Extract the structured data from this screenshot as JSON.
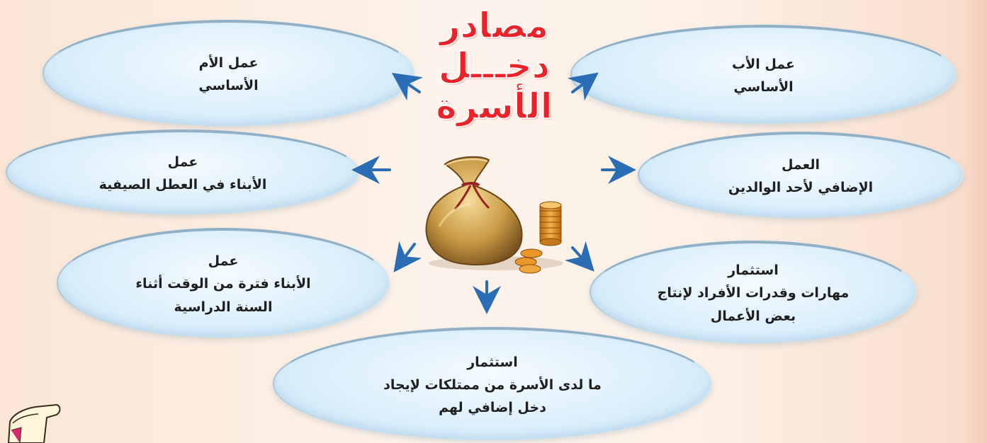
{
  "title": {
    "line1": "مصادر",
    "line2": "دخـــل",
    "line3": "الأسرة"
  },
  "ovals": {
    "mother_work": {
      "line1": "عمل الأم",
      "line2": "الأساسي"
    },
    "father_work": {
      "line1": "عمل الأب",
      "line2": "الأساسي"
    },
    "children_summer": {
      "line1": "عمل",
      "line2": "الأبناء في العطل الصيفية"
    },
    "parent_extra": {
      "line1": "العمل",
      "line2": "الإضافي لأحد الوالدين"
    },
    "children_school": {
      "line1": "عمل",
      "line2": "الأبناء فترة من الوقت أثناء",
      "line3": "السنة الدراسية"
    },
    "skills_invest": {
      "line1": "استثمار",
      "line2": "مهارات وقدرات الأفراد لإنتاج",
      "line3": "بعض الأعمال"
    },
    "property_invest": {
      "line1": "استثمار",
      "line2": "ما لدى الأسرة من ممتلكات لإيجاد",
      "line3": "دخل إضافي لهم"
    }
  },
  "colors": {
    "title": "#e8232a",
    "arrow": "#2b6db4",
    "oval_fill": "#dceffb",
    "oval_border": "#8fb0c6"
  },
  "icons": {
    "center": "money-bag-icon",
    "coins": "coins-icon",
    "corner": "scroll-icon"
  }
}
